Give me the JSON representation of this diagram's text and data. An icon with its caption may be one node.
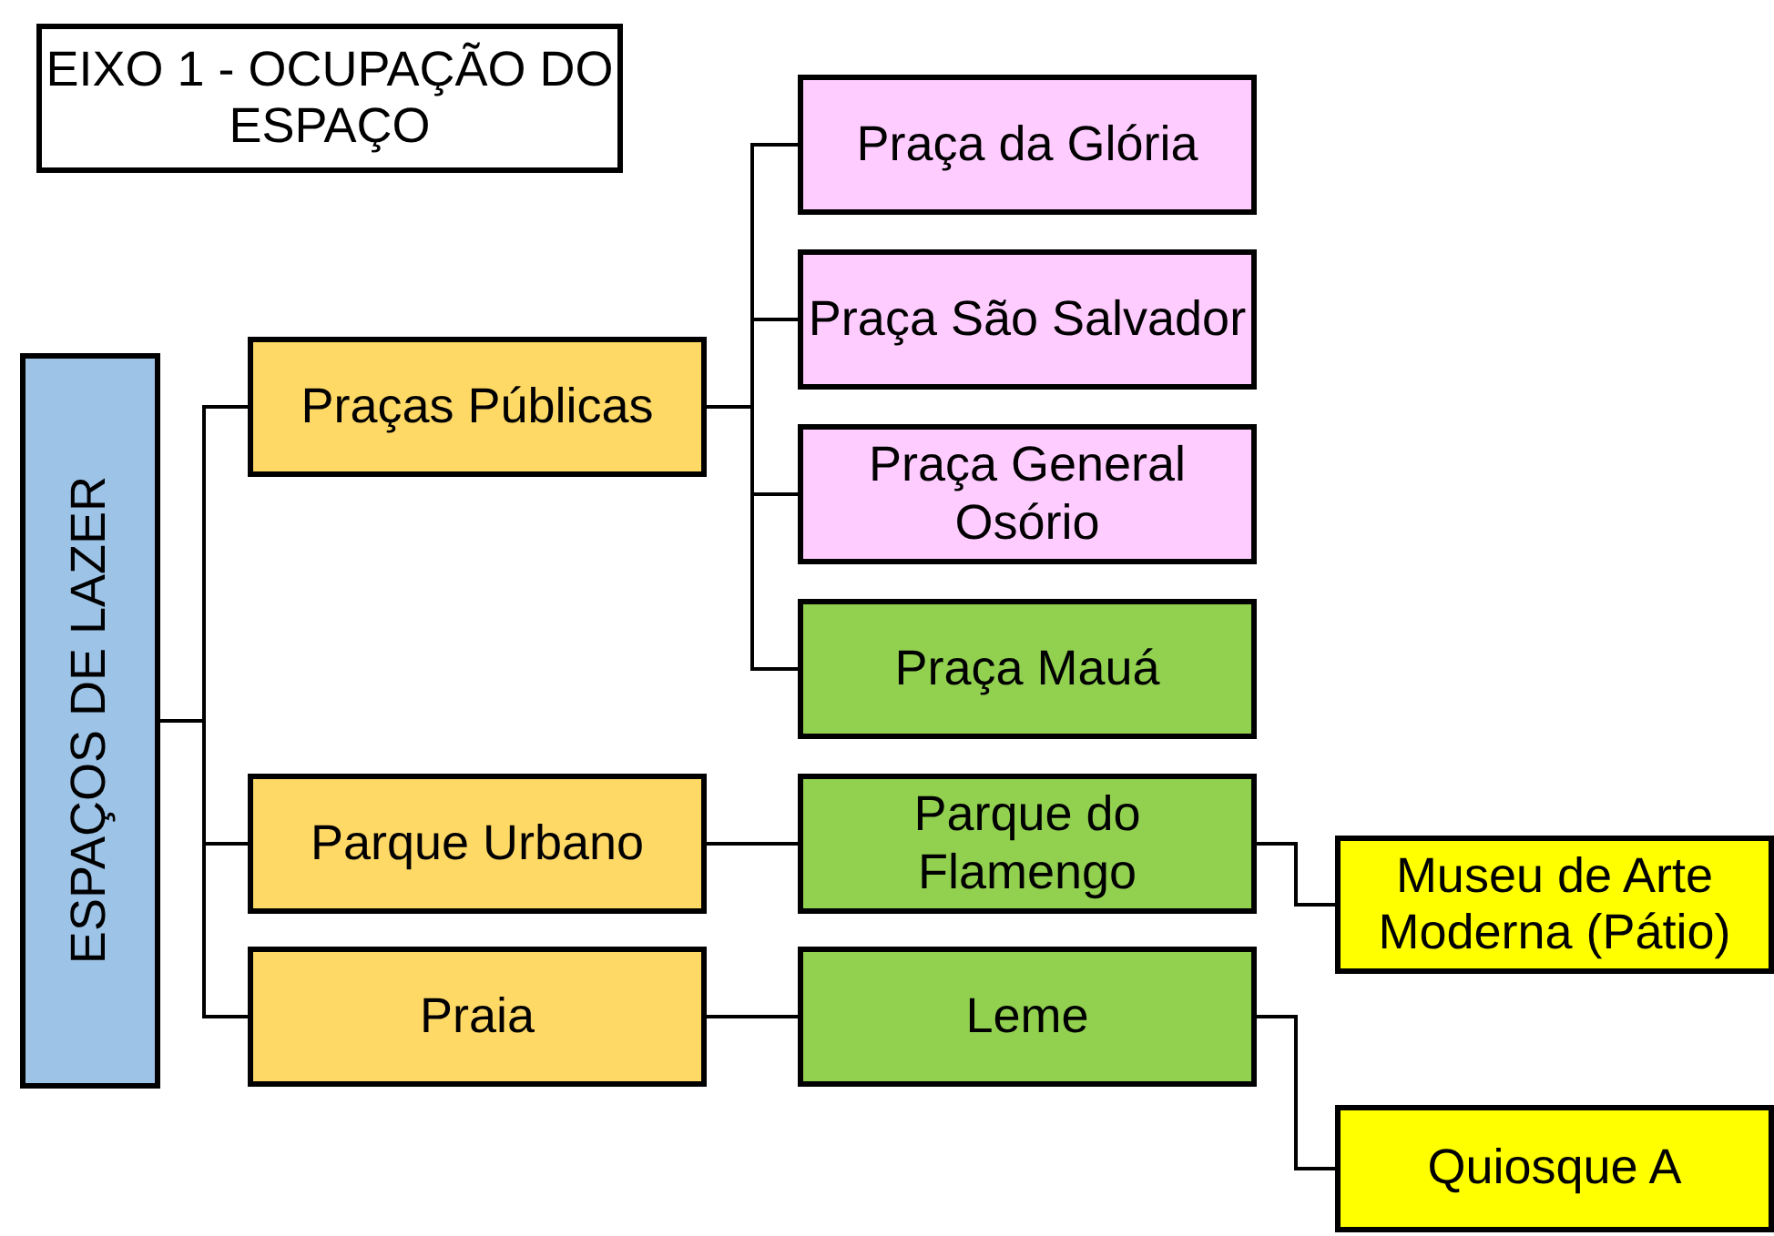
{
  "diagram": {
    "title": "EIXO 1 - OCUPAÇÃO DO ESPAÇO",
    "nodes": [
      {
        "text": [
          "ESPAÇOS DE LAZER"
        ]
      },
      {
        "text": [
          "Praças Públicas"
        ]
      },
      {
        "text": [
          "Parque Urbano"
        ]
      },
      {
        "text": [
          "Praia"
        ]
      },
      {
        "text": [
          "Praça da Glória"
        ]
      },
      {
        "text": [
          "Praça São Salvador"
        ]
      },
      {
        "text": [
          "Praça General Osório"
        ]
      },
      {
        "text": [
          "Praça Mauá"
        ]
      },
      {
        "text": [
          "Parque do Flamengo"
        ]
      },
      {
        "text": [
          "Leme"
        ]
      },
      {
        "text": [
          "Museu de Arte Moderna (Pátio)"
        ]
      },
      {
        "text": [
          "Quiosque A"
        ]
      }
    ],
    "edges": [
      {
        "from": 0,
        "to": 1,
        "arrow": "none"
      },
      {
        "from": 0,
        "to": 2,
        "arrow": "none"
      },
      {
        "from": 0,
        "to": 3,
        "arrow": "none"
      },
      {
        "from": 1,
        "to": 4,
        "arrow": "none"
      },
      {
        "from": 1,
        "to": 5,
        "arrow": "none"
      },
      {
        "from": 1,
        "to": 6,
        "arrow": "none"
      },
      {
        "from": 1,
        "to": 7,
        "arrow": "none"
      },
      {
        "from": 2,
        "to": 8,
        "arrow": "none"
      },
      {
        "from": 3,
        "to": 9,
        "arrow": "none"
      },
      {
        "from": 8,
        "to": 10,
        "arrow": "none"
      },
      {
        "from": 9,
        "to": 11,
        "arrow": "none"
      }
    ]
  }
}
